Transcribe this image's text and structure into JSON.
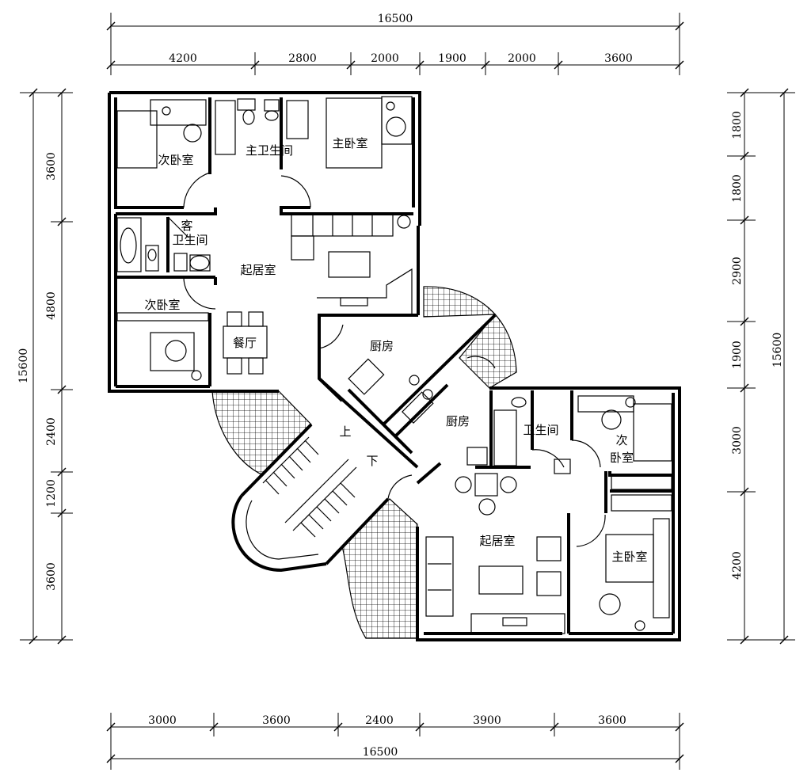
{
  "dimensions": {
    "top_total": "16500",
    "top_segments": [
      "4200",
      "2800",
      "2000",
      "1900",
      "2000",
      "3600"
    ],
    "bottom_segments": [
      "3000",
      "3600",
      "2400",
      "3900",
      "3600"
    ],
    "bottom_total": "16500",
    "left_segments": [
      "3600",
      "4800",
      "2400",
      "1200",
      "3600"
    ],
    "left_total": "15600",
    "right_segments": [
      "1800",
      "1800",
      "2900",
      "1900",
      "3000",
      "4200"
    ],
    "right_total": "15600"
  },
  "rooms": {
    "secondary_bedroom_upper": "次卧室",
    "master_bath": "主卫生间",
    "master_bedroom_upper": "主卧室",
    "guest_bath_line1": "客",
    "guest_bath_line2": "卫生间",
    "living_room_upper": "起居室",
    "secondary_bedroom_left": "次卧室",
    "dining": "餐厅",
    "kitchen_upper": "厨房",
    "kitchen_lower": "厨房",
    "bath_lower": "卫生间",
    "secondary_bedroom_lower_line1": "次",
    "secondary_bedroom_lower_line2": "卧室",
    "stair_up": "上",
    "stair_down": "下",
    "living_room_lower": "起居室",
    "master_bedroom_lower": "主卧室"
  }
}
